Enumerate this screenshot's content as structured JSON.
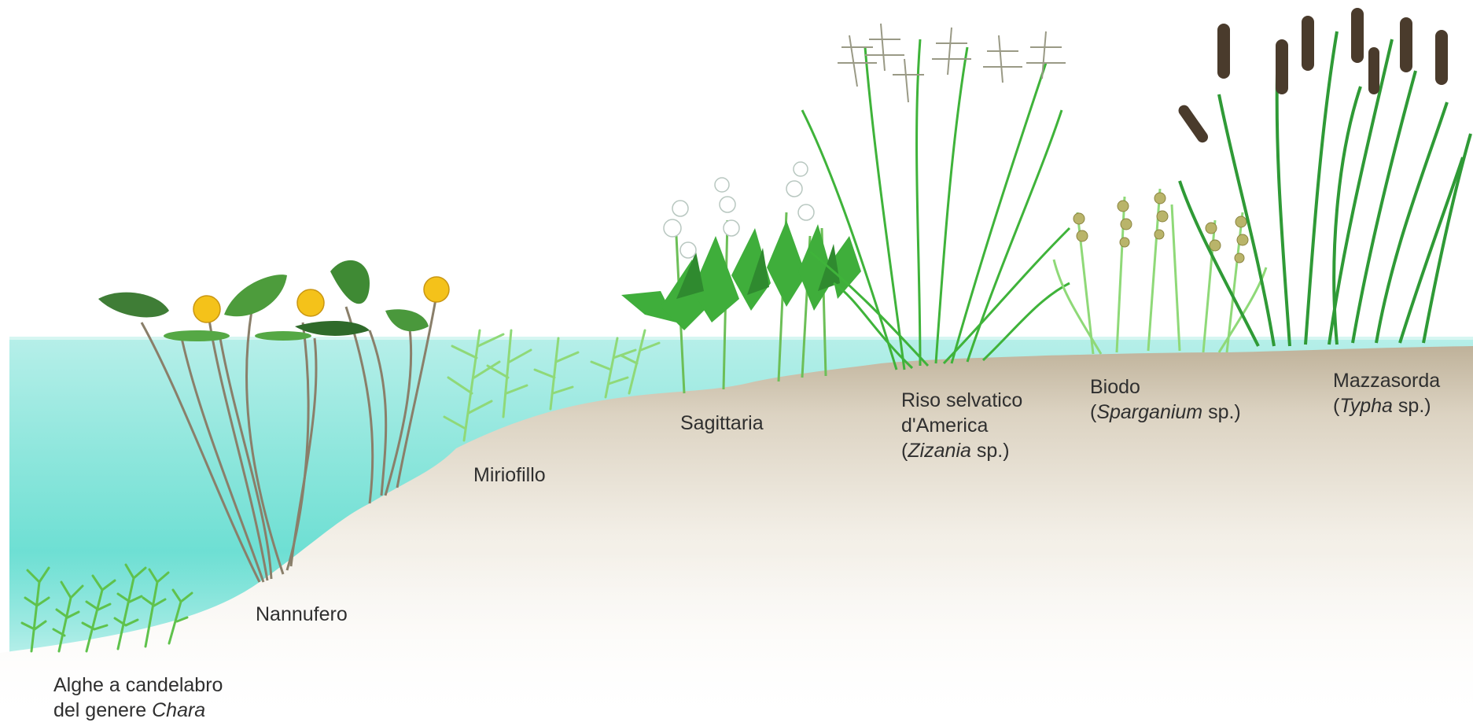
{
  "labels": {
    "chara": {
      "line1": "Alghe a candelabro",
      "line2_prefix": "del genere ",
      "line2_italic": "Chara"
    },
    "nannufero": {
      "text": "Nannufero"
    },
    "miriofillo": {
      "text": "Miriofillo"
    },
    "sagittaria": {
      "text": "Sagittaria"
    },
    "zizania": {
      "line1": "Riso selvatico",
      "line2": "d'America",
      "open": "(",
      "italic": "Zizania",
      "close": " sp.)"
    },
    "biodo": {
      "line1": "Biodo",
      "open": "(",
      "italic": "Sparganium",
      "close": " sp.)"
    },
    "mazzasorda": {
      "line1": "Mazzasorda",
      "open": "(",
      "italic": "Typha",
      "close": " sp.)"
    }
  },
  "colors": {
    "water_top": "#a8ece6",
    "water_deep": "#4fd9cc",
    "soil": "#c9bca3",
    "soil_light": "#efe9dd",
    "leaf_dark": "#2f7d32",
    "leaf_mid": "#3fae3b",
    "leaf_light": "#7fd26a",
    "stem": "#8a7f6a",
    "lily_flower": "#f4c21a",
    "cattail": "#4a3b2c",
    "label": "#2f2f2f"
  }
}
